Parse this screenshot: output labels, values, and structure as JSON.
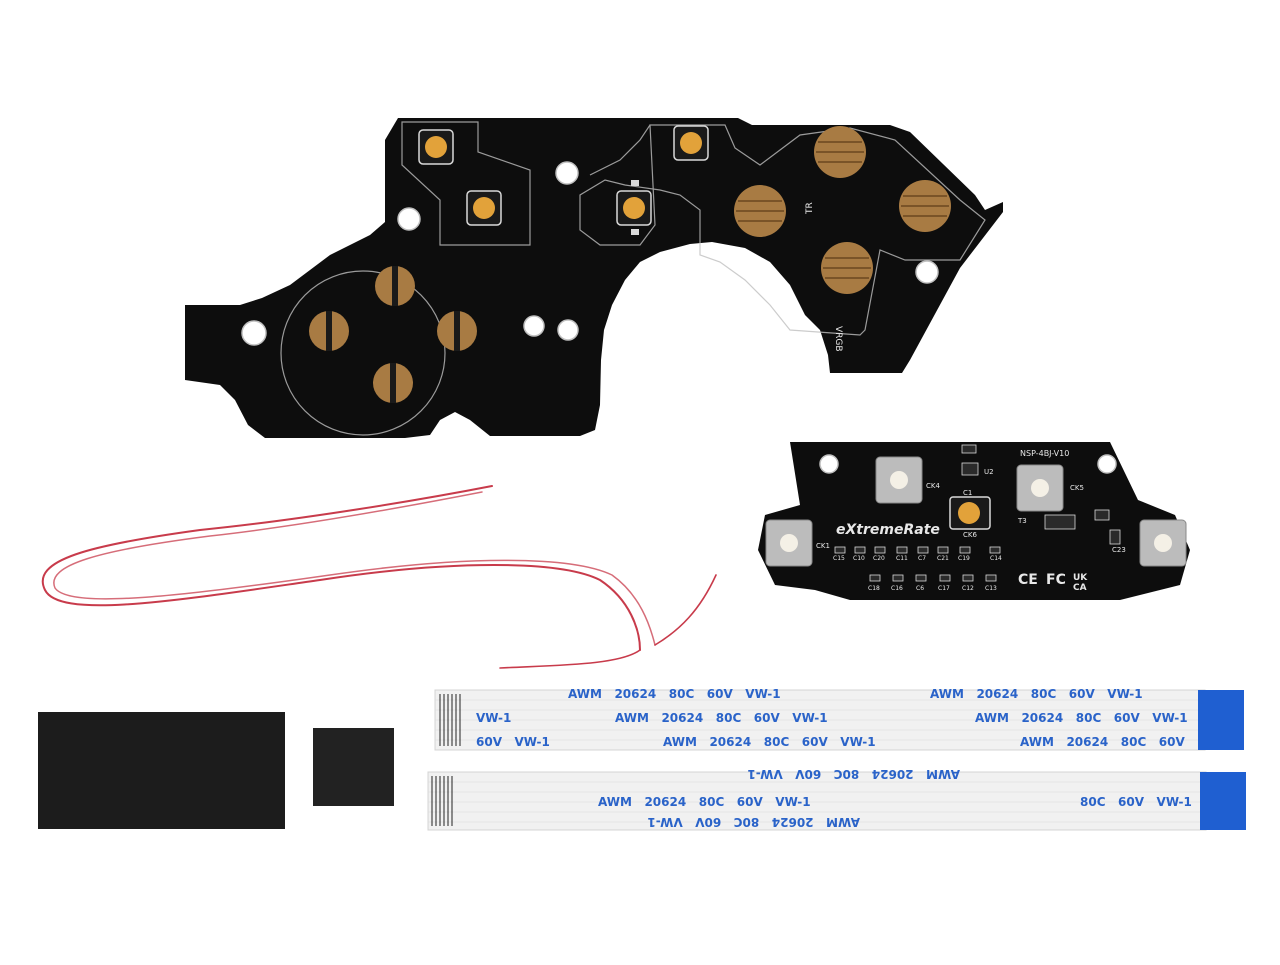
{
  "colors": {
    "background": "#ffffff",
    "pcb": "#0d0d0d",
    "pcb_trace": "#bfbfbf",
    "gold_pad": "#b07d32",
    "copper_contact": "#c99a5b",
    "cable_base": "#f1f1f1",
    "cable_text": "#2a63c9",
    "cable_tab": "#1f5fd1",
    "wire": "#c83b4b",
    "foam": "#1c1c1c"
  },
  "main_board": {
    "label_tr": "TR",
    "label_rgb": "VRGB"
  },
  "small_board": {
    "brand": "eXtremeRate",
    "model": "NSP-4BJ-V10",
    "labels": {
      "ck1": "CK1",
      "ck4": "CK4",
      "ck5": "CK5",
      "ck6": "CK6",
      "u2": "U2",
      "c1": "C1",
      "t3": "T3",
      "c23": "C23",
      "c15": "C15",
      "c10": "C10",
      "c20": "C20",
      "c11": "C11",
      "c7": "C7",
      "c21": "C21",
      "c19": "C19",
      "c14": "C14",
      "c18": "C18",
      "c16": "C16",
      "c6": "C6",
      "c17": "C17",
      "c12": "C12",
      "c13": "C13"
    },
    "certifications": {
      "ce": "CE",
      "fc": "FC",
      "uk": "UK",
      "ca": "CA"
    }
  },
  "ribbon_cable_1": {
    "row1": "AWM   20624   80C   60V   VW-1",
    "row2_prefix": "VW-1",
    "row2": "AWM   20624   80C   60V   VW-1",
    "row3_prefix": "60V   VW-1",
    "row3": "AWM   20624   80C   60V   VW-1",
    "row3_end": "AWM   20624   80C   60V"
  },
  "ribbon_cable_2": {
    "row1": "AWM   20624   80C   60V   VW-1",
    "row2": "AWM   20624   80C   60V   VW-1",
    "row3": "AWM   20624   80C   60V   VW-1",
    "row2_end": "80C   60V   VW-1"
  }
}
